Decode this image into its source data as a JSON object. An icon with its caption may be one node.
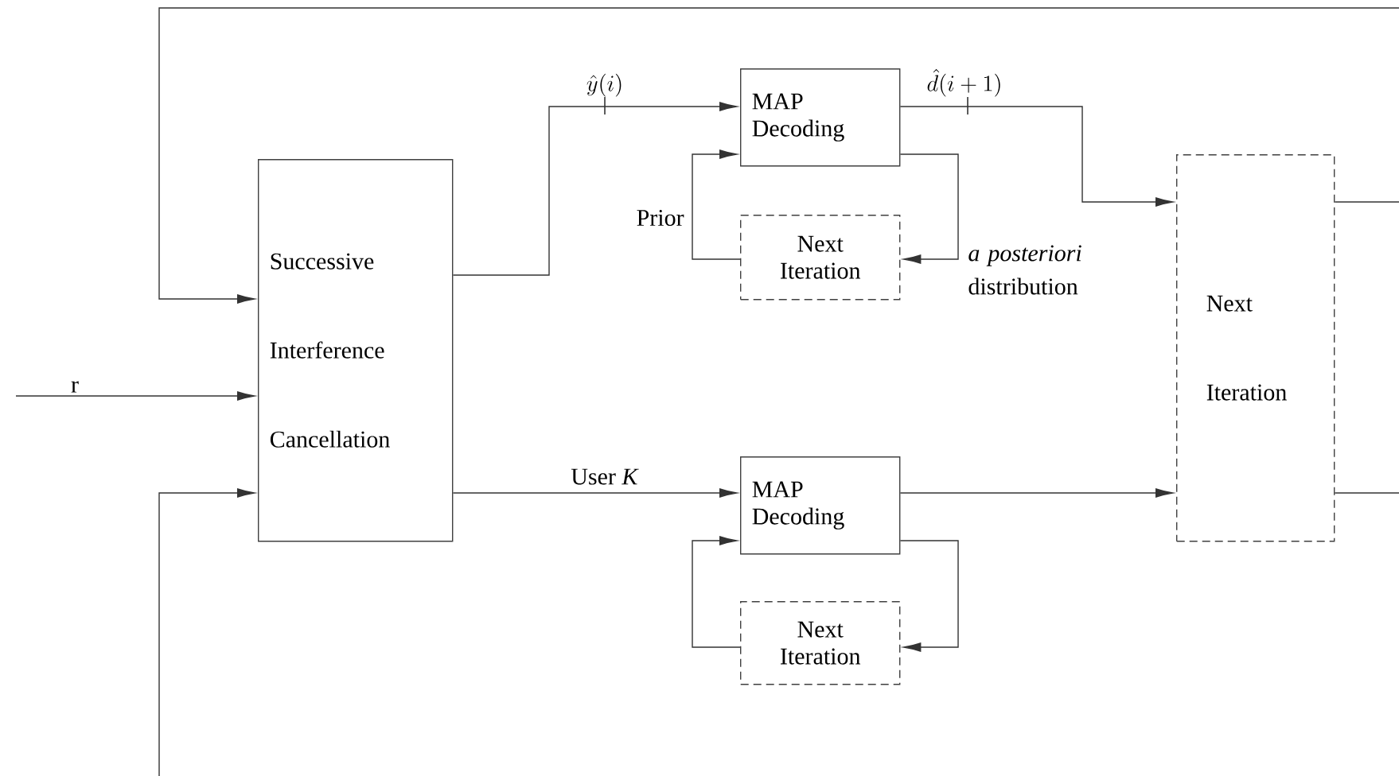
{
  "diagram": {
    "nodes": [
      {
        "text": [
          "Successive Interference Cancellation"
        ]
      },
      {
        "text": [
          "MAP Decoding"
        ]
      },
      {
        "text": [
          "Next Iteration"
        ]
      },
      {
        "text": [
          "Next Iteration"
        ]
      },
      {
        "text": [
          "MAP Decoding"
        ]
      },
      {
        "text": [
          "Next Iteration"
        ]
      }
    ],
    "edges": [
      {
        "from": null,
        "to": 0,
        "arrow": "to"
      },
      {
        "from": null,
        "to": 0,
        "arrow": "to",
        "label": "r"
      },
      {
        "from": null,
        "to": 0,
        "arrow": "to"
      },
      {
        "from": 0,
        "to": 1,
        "arrow": "to",
        "label": "\\hat{y}(i)"
      },
      {
        "from": 1,
        "to": 3,
        "arrow": "to",
        "label": "\\hat{d}(i+1)"
      },
      {
        "from": 1,
        "to": 2,
        "arrow": "to",
        "label": "*a posteriori* distribution"
      },
      {
        "from": 2,
        "to": 1,
        "arrow": "to",
        "label": "Prior"
      },
      {
        "from": 0,
        "to": 4,
        "arrow": "to",
        "label": "User *K*"
      },
      {
        "from": 4,
        "to": 3,
        "arrow": "to"
      },
      {
        "from": 4,
        "to": 5,
        "arrow": "to"
      },
      {
        "from": 5,
        "to": 4,
        "arrow": "to"
      },
      {
        "from": 3,
        "to": null,
        "arrow": "none"
      },
      {
        "from": 3,
        "to": null,
        "arrow": "none"
      }
    ]
  }
}
